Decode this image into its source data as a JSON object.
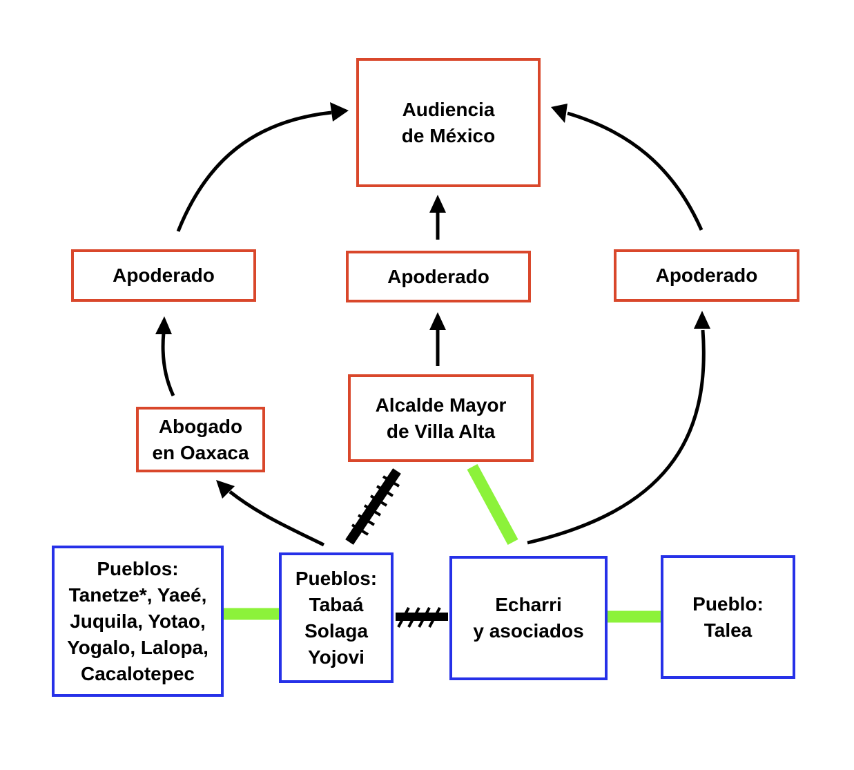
{
  "diagram": {
    "colors": {
      "authority_border": "#d9472b",
      "party_border": "#2631e8",
      "alliance_link": "#8cf23a",
      "conflict_link": "#000000",
      "arrow": "#000000"
    },
    "nodes": {
      "audiencia": {
        "label": "Audiencia\nde México",
        "kind": "authority"
      },
      "apoderado_left": {
        "label": "Apoderado",
        "kind": "authority"
      },
      "apoderado_center": {
        "label": "Apoderado",
        "kind": "authority"
      },
      "apoderado_right": {
        "label": "Apoderado",
        "kind": "authority"
      },
      "abogado": {
        "label": "Abogado\nen Oaxaca",
        "kind": "authority"
      },
      "alcalde": {
        "label": "Alcalde Mayor\nde Villa Alta",
        "kind": "authority"
      },
      "pueblos_tanetze": {
        "label": "Pueblos:\nTanetze*, Yaeé,\nJuquila, Yotao,\nYogalo, Lalopa,\nCacalotepec",
        "kind": "party"
      },
      "pueblos_tabaa": {
        "label": "Pueblos:\nTabaá\nSolaga\nYojovi",
        "kind": "party"
      },
      "echarri": {
        "label": "Echarri\ny asociados",
        "kind": "party"
      },
      "talea": {
        "label": "Pueblo:\nTalea",
        "kind": "party"
      }
    },
    "edges": [
      {
        "from": "pueblos_tabaa",
        "to": "abogado",
        "type": "arrow"
      },
      {
        "from": "abogado",
        "to": "apoderado_left",
        "type": "arrow"
      },
      {
        "from": "apoderado_left",
        "to": "audiencia",
        "type": "arrow"
      },
      {
        "from": "alcalde",
        "to": "apoderado_center",
        "type": "arrow"
      },
      {
        "from": "apoderado_center",
        "to": "audiencia",
        "type": "arrow"
      },
      {
        "from": "echarri",
        "to": "apoderado_right",
        "type": "arrow"
      },
      {
        "from": "apoderado_right",
        "to": "audiencia",
        "type": "arrow"
      },
      {
        "from": "pueblos_tanetze",
        "to": "pueblos_tabaa",
        "type": "alliance"
      },
      {
        "from": "echarri",
        "to": "talea",
        "type": "alliance"
      },
      {
        "from": "alcalde",
        "to": "echarri",
        "type": "alliance"
      },
      {
        "from": "pueblos_tabaa",
        "to": "echarri",
        "type": "conflict"
      },
      {
        "from": "pueblos_tabaa",
        "to": "alcalde",
        "type": "conflict"
      }
    ]
  }
}
